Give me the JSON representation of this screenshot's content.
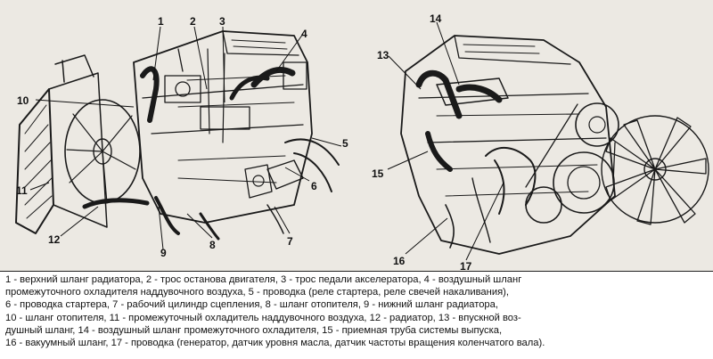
{
  "callouts": [
    "1",
    "2",
    "3",
    "4",
    "5",
    "6",
    "7",
    "8",
    "9",
    "10",
    "11",
    "12",
    "13",
    "14",
    "15",
    "16",
    "17"
  ],
  "caption": [
    "1 - верхний шланг радиатора, 2 - трос останова двигателя, 3 - трос педали акселератора, 4 - воздушный шланг",
    "промежуточного охладителя наддувочного воздуха, 5 - проводка (реле стартера, реле свечей накаливания),",
    "6 - проводка стартера, 7 - рабочий цилиндр сцепления, 8 - шланг отопителя, 9 - нижний шланг радиатора,",
    "10 - шланг отопителя, 11 - промежуточный охладитель наддувочного воздуха, 12 - радиатор, 13 - впускной воз-",
    "душный шланг, 14 - воздушный шланг промежуточного охладителя, 15 - приемная труба системы выпуска,",
    "16 - вакуумный шланг, 17 - проводка (генератор, датчик уровня масла, датчик частоты вращения коленчатого вала)."
  ]
}
